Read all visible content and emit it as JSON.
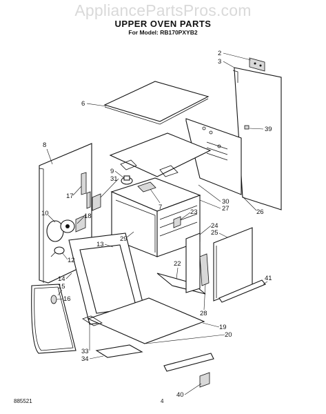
{
  "watermark": "AppliancePartsPros.com",
  "title": "UPPER OVEN PARTS",
  "subtitle": "For Model: RB170PXYB2",
  "footer": {
    "code": "885521",
    "page": "4"
  },
  "callouts": [
    "2",
    "3",
    "39",
    "6",
    "8",
    "9",
    "31",
    "7",
    "17",
    "30",
    "27",
    "26",
    "10",
    "18",
    "23",
    "24",
    "25",
    "13",
    "29",
    "22",
    "12",
    "14",
    "15",
    "16",
    "41",
    "28",
    "33",
    "34",
    "19",
    "20",
    "40"
  ]
}
